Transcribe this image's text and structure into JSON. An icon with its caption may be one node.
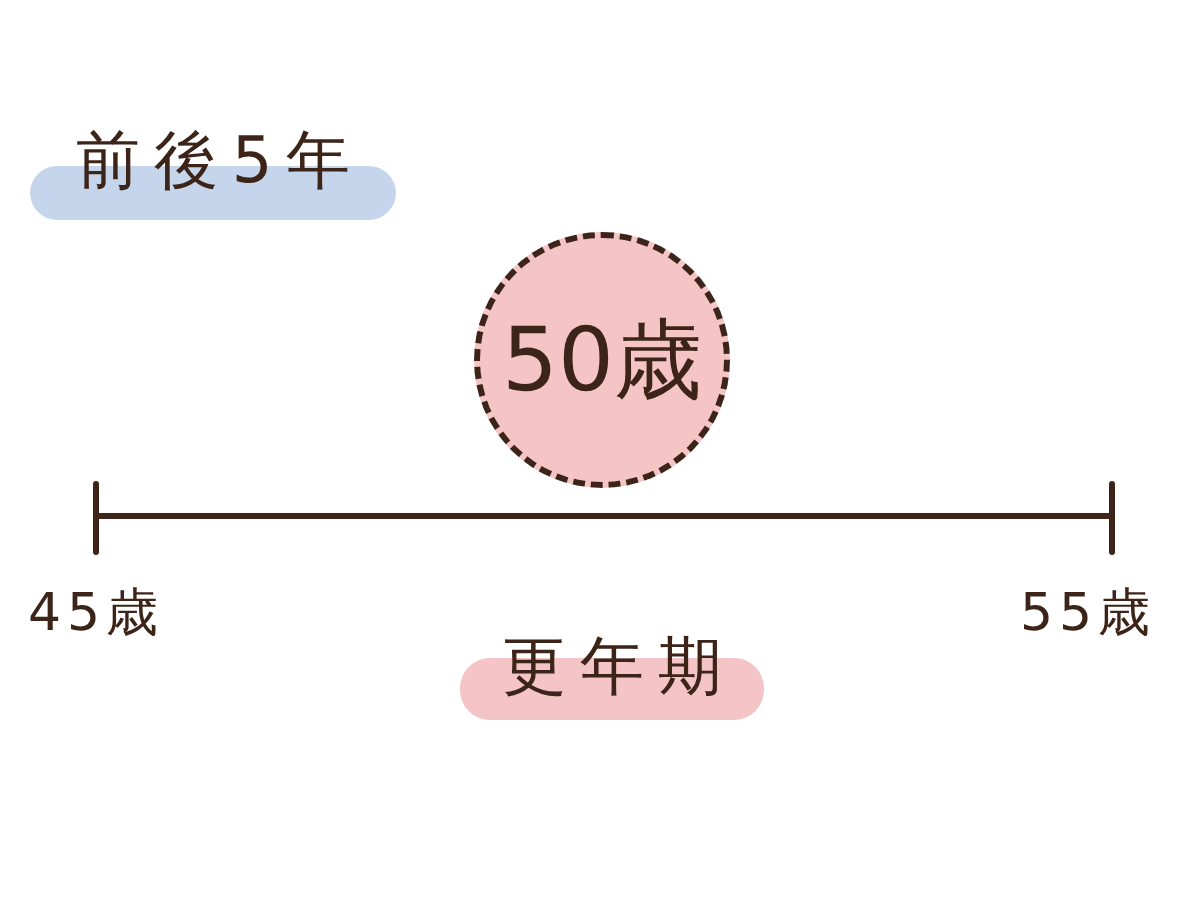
{
  "diagram": {
    "nodes": [
      {
        "text": [
          "前後5年"
        ]
      },
      {
        "text": [
          "50歳"
        ]
      },
      {
        "text": [
          "更年期"
        ]
      }
    ],
    "labels": [
      "45歳",
      "55歳"
    ]
  }
}
